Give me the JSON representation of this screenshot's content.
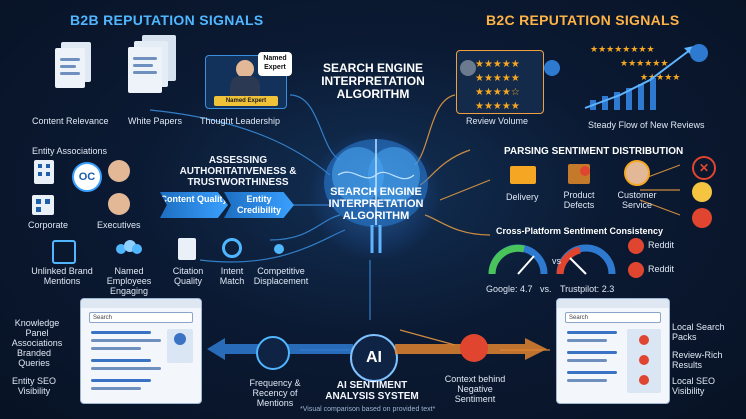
{
  "headers": {
    "b2b": "B2B REPUTATION SIGNALS",
    "b2c": "B2C REPUTATION SIGNALS",
    "top_title": "SEARCH ENGINE INTERPRETATION ALGORITHM",
    "brain_title": "SEARCH ENGINE INTERPRETATION ALGORITHM",
    "assessing": "ASSESSING AUTHORITATIVENESS & TRUSTWORTHINESS",
    "parsing": "PARSING SENTIMENT DISTRIBUTION",
    "cross": "Cross-Platform Sentiment Consistency",
    "ai_system": "AI SENTIMENT ANALYSIS SYSTEM",
    "ai_badge": "AI",
    "footnote": "*Visual comparison based on provided text*"
  },
  "b2b_top": {
    "content_relevance": "Content Relevance",
    "white_papers": "White Papers",
    "thought_leadership": "Thought Leadership",
    "named_expert_bubble": "Named Expert",
    "named_expert_badge": "Named Expert"
  },
  "entity": {
    "title": "Entity Associations",
    "corporate": "Corporate",
    "executives": "Executives",
    "logo": "OC",
    "content_quality": "Content Quality",
    "entity_credibility": "Entity Credibility"
  },
  "b2b_bottom": {
    "unlinked": "Unlinked Brand Mentions",
    "named_employees": "Named Employees Engaging",
    "citation": "Citation Quality",
    "intent": "Intent Match",
    "competitive": "Competitive Displacement"
  },
  "b2b_serp": {
    "knowledge_panel": "Knowledge Panel Associations",
    "branded": "Branded Queries",
    "entity_seo": "Entity SEO Visibility",
    "search": "Search",
    "frequency": "Frequency & Recency of Mentions"
  },
  "b2c_top": {
    "review_volume": "Review Volume",
    "steady_flow": "Steady Flow of New Reviews"
  },
  "sentiment": {
    "delivery": "Delivery",
    "product_defects": "Product Defects",
    "customer_service": "Customer Service"
  },
  "cross_platform": {
    "google_label": "Google:",
    "google_value": "4.7",
    "vs_small": "vs",
    "vs": "vs.",
    "trustpilot_label": "Trustpilot:",
    "trustpilot_value": "2.3",
    "reddit_1": "Reddit",
    "reddit_2": "Reddit"
  },
  "b2c_serp": {
    "search": "Search",
    "local_packs": "Local Search Packs",
    "review_rich": "Review-Rich Results",
    "local_seo": "Local SEO Visibility",
    "context": "Context behind Negative Sentiment"
  },
  "colors": {
    "b2b_accent": "#4fb6ff",
    "b2c_accent": "#ffb347",
    "background": "#0b1a33",
    "negative": "#e0452f",
    "star": "#f5a623"
  }
}
